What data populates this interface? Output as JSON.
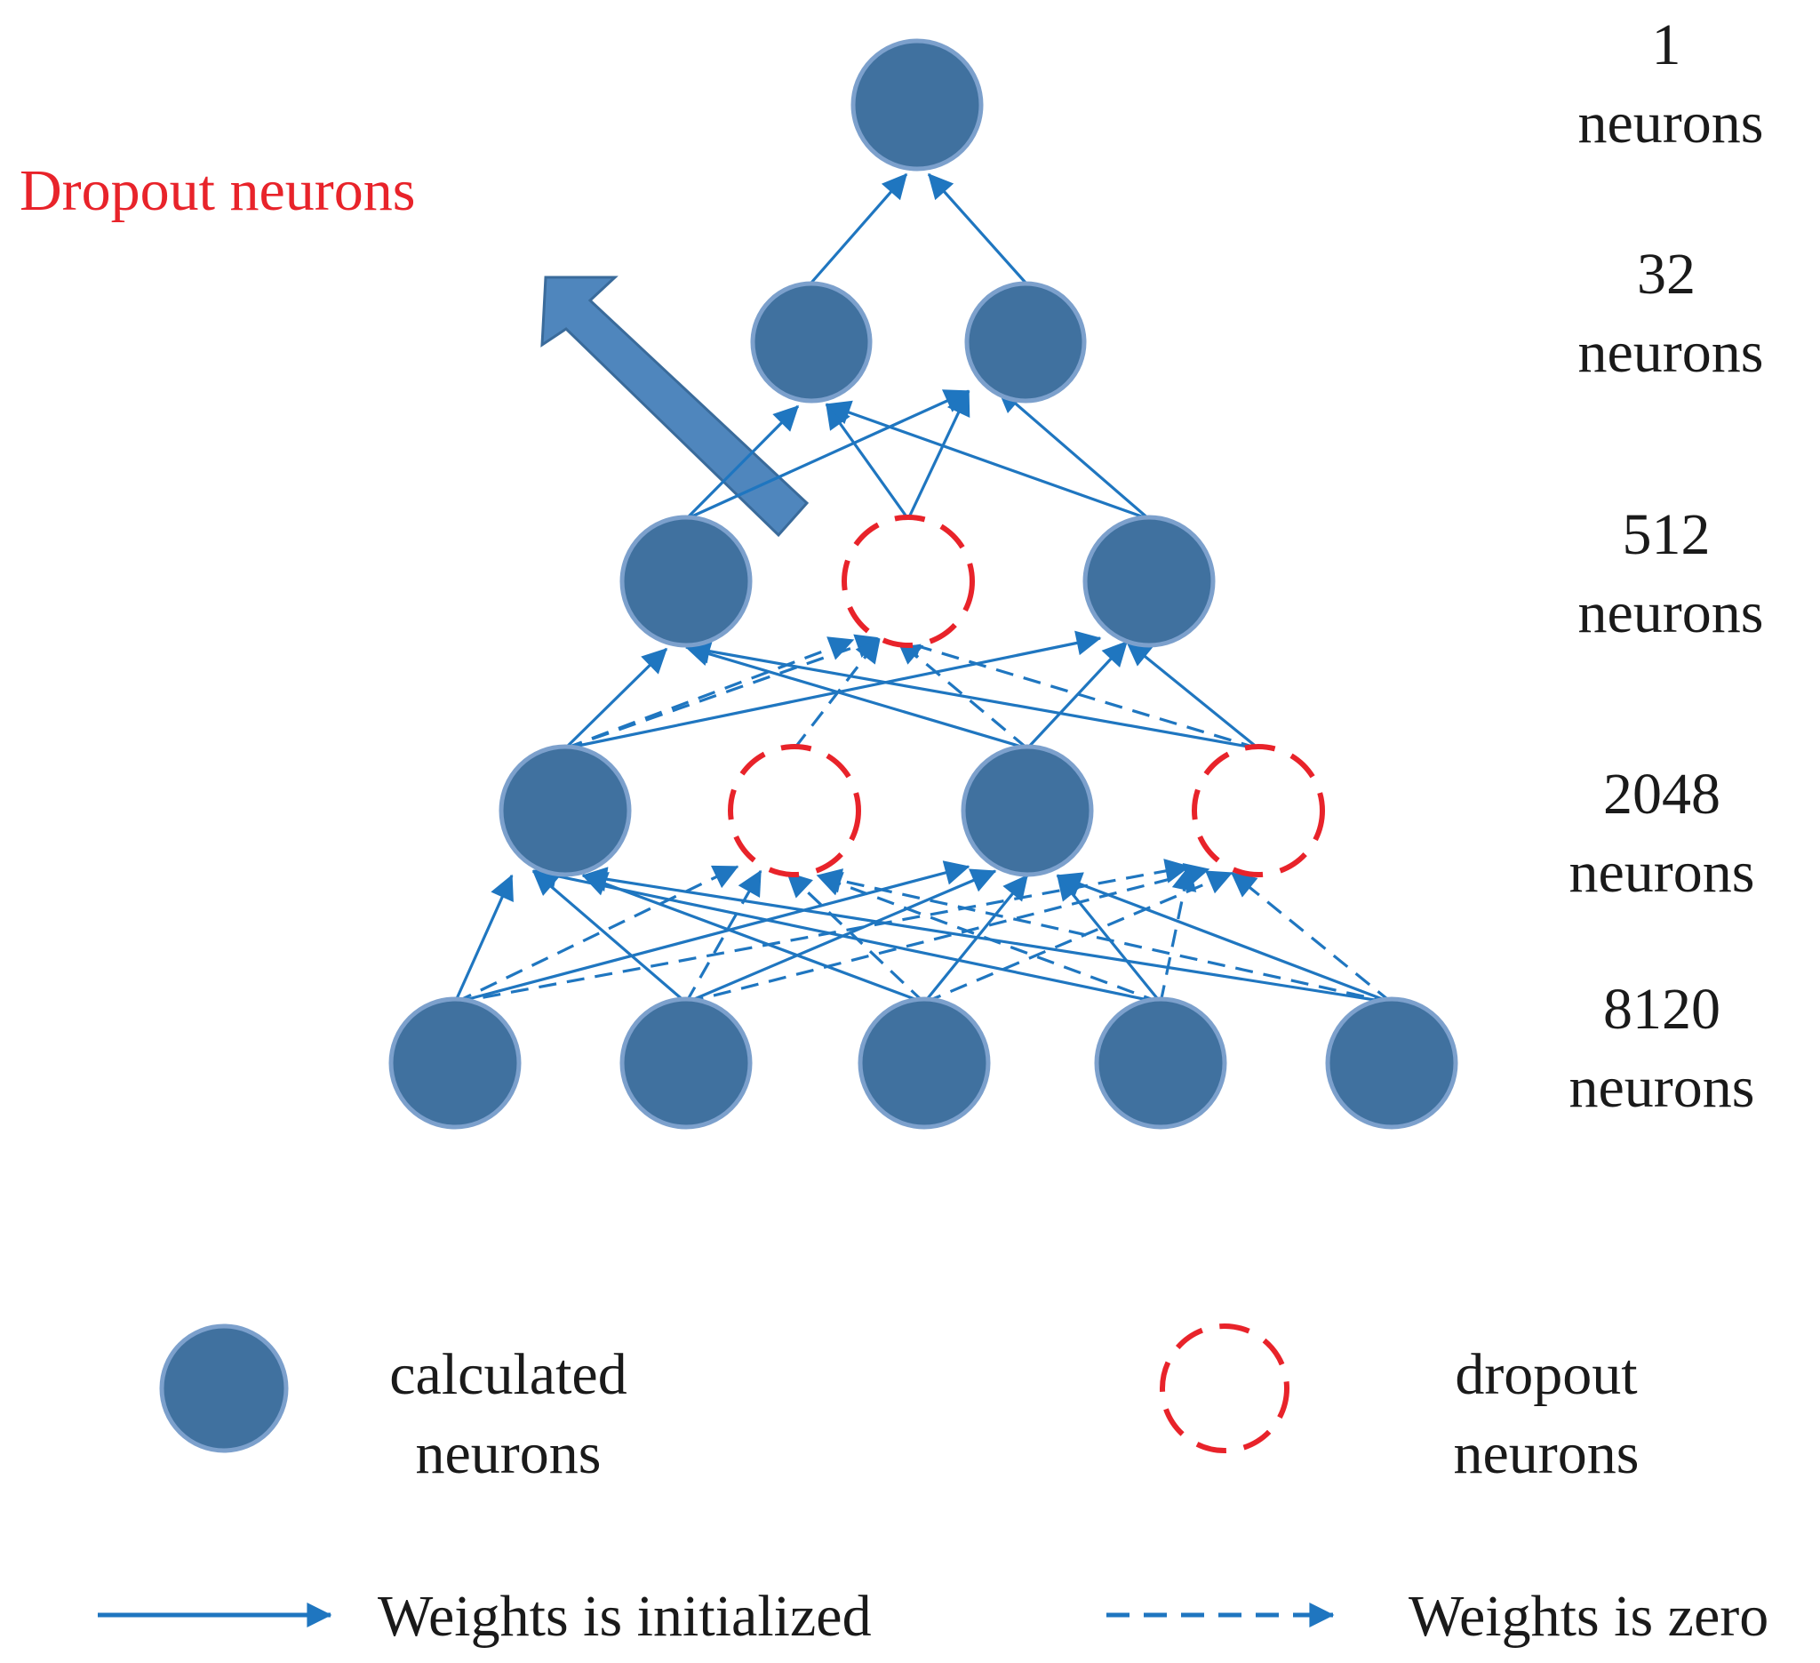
{
  "callout": {
    "label": "Dropout neurons",
    "color": "#e8232a"
  },
  "layers": [
    {
      "count": "1",
      "unit": "neurons"
    },
    {
      "count": "32",
      "unit": "neurons"
    },
    {
      "count": "512",
      "unit": "neurons"
    },
    {
      "count": "2048",
      "unit": "neurons"
    },
    {
      "count": "8120",
      "unit": "neurons"
    }
  ],
  "legend": {
    "calculated": {
      "line1": "calculated",
      "line2": "neurons"
    },
    "dropout": {
      "line1": "dropout",
      "line2": "neurons"
    },
    "initialized": "Weights is initialized",
    "zero": "Weights is zero"
  },
  "colors": {
    "neuron_fill": "#40719f",
    "dropout_stroke": "#e8232a",
    "edge": "#1f76c0",
    "big_arrow": "#4f86bd"
  }
}
